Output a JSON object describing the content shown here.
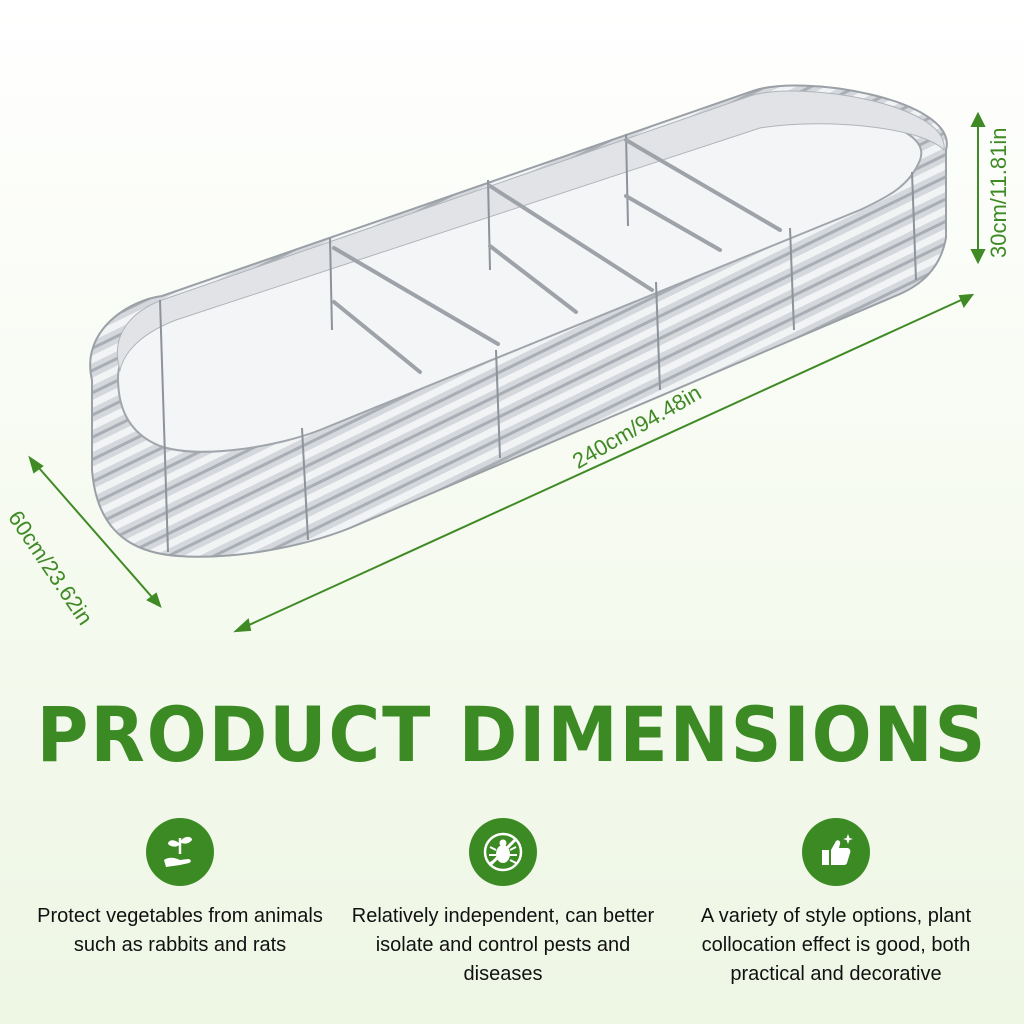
{
  "dimensions": {
    "length": "240cm/94.48in",
    "width": "60cm/23.62in",
    "height": "30cm/11.81in"
  },
  "title": "PRODUCT DIMENSIONS",
  "features": [
    {
      "icon": "hand-plant-icon",
      "text": "Protect vegetables from animals such as rabbits and rats"
    },
    {
      "icon": "no-bug-icon",
      "text": "Relatively independent, can better isolate and control pests and diseases"
    },
    {
      "icon": "thumbs-up-sparkle-icon",
      "text": "A variety of style options, plant collocation effect is good, both practical and decorative"
    }
  ],
  "colors": {
    "accent": "#3c8a24",
    "metal": "#c9ccd0"
  }
}
